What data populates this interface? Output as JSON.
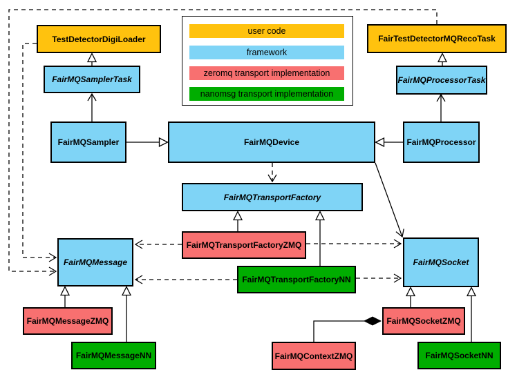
{
  "colors": {
    "user_code": "#ffc20e",
    "framework": "#7fd4f6",
    "zeromq": "#f87070",
    "nanomsg": "#00ad00",
    "line": "#000000",
    "background": "#ffffff"
  },
  "legend": {
    "items": [
      {
        "label": "user code",
        "color_key": "user_code"
      },
      {
        "label": "framework",
        "color_key": "framework"
      },
      {
        "label": "zeromq transport implementation",
        "color_key": "zeromq"
      },
      {
        "label": "nanomsg transport implementation",
        "color_key": "nanomsg"
      }
    ]
  },
  "nodes": {
    "test_detector_digi_loader": {
      "label": "TestDetectorDigiLoader",
      "category": "user code",
      "abstract": false
    },
    "fair_test_detector_mq_reco_task": {
      "label": "FairTestDetectorMQRecoTask",
      "category": "user code",
      "abstract": false
    },
    "fair_mq_sampler_task": {
      "label": "FairMQSamplerTask",
      "category": "framework",
      "abstract": true
    },
    "fair_mq_processor_task": {
      "label": "FairMQProcessorTask",
      "category": "framework",
      "abstract": true
    },
    "fair_mq_sampler": {
      "label": "FairMQSampler",
      "category": "framework",
      "abstract": false
    },
    "fair_mq_device": {
      "label": "FairMQDevice",
      "category": "framework",
      "abstract": false
    },
    "fair_mq_processor": {
      "label": "FairMQProcessor",
      "category": "framework",
      "abstract": false
    },
    "fair_mq_transport_factory": {
      "label": "FairMQTransportFactory",
      "category": "framework",
      "abstract": true
    },
    "fair_mq_transport_factory_zmq": {
      "label": "FairMQTransportFactoryZMQ",
      "category": "zeromq transport implementation",
      "abstract": false
    },
    "fair_mq_transport_factory_nn": {
      "label": "FairMQTransportFactoryNN",
      "category": "nanomsg transport implementation",
      "abstract": false
    },
    "fair_mq_message": {
      "label": "FairMQMessage",
      "category": "framework",
      "abstract": true
    },
    "fair_mq_socket": {
      "label": "FairMQSocket",
      "category": "framework",
      "abstract": true
    },
    "fair_mq_message_zmq": {
      "label": "FairMQMessageZMQ",
      "category": "zeromq transport implementation",
      "abstract": false
    },
    "fair_mq_message_nn": {
      "label": "FairMQMessageNN",
      "category": "nanomsg transport implementation",
      "abstract": false
    },
    "fair_mq_context_zmq": {
      "label": "FairMQContextZMQ",
      "category": "zeromq transport implementation",
      "abstract": false
    },
    "fair_mq_socket_zmq": {
      "label": "FairMQSocketZMQ",
      "category": "zeromq transport implementation",
      "abstract": false
    },
    "fair_mq_socket_nn": {
      "label": "FairMQSocketNN",
      "category": "nanomsg transport implementation",
      "abstract": false
    }
  }
}
